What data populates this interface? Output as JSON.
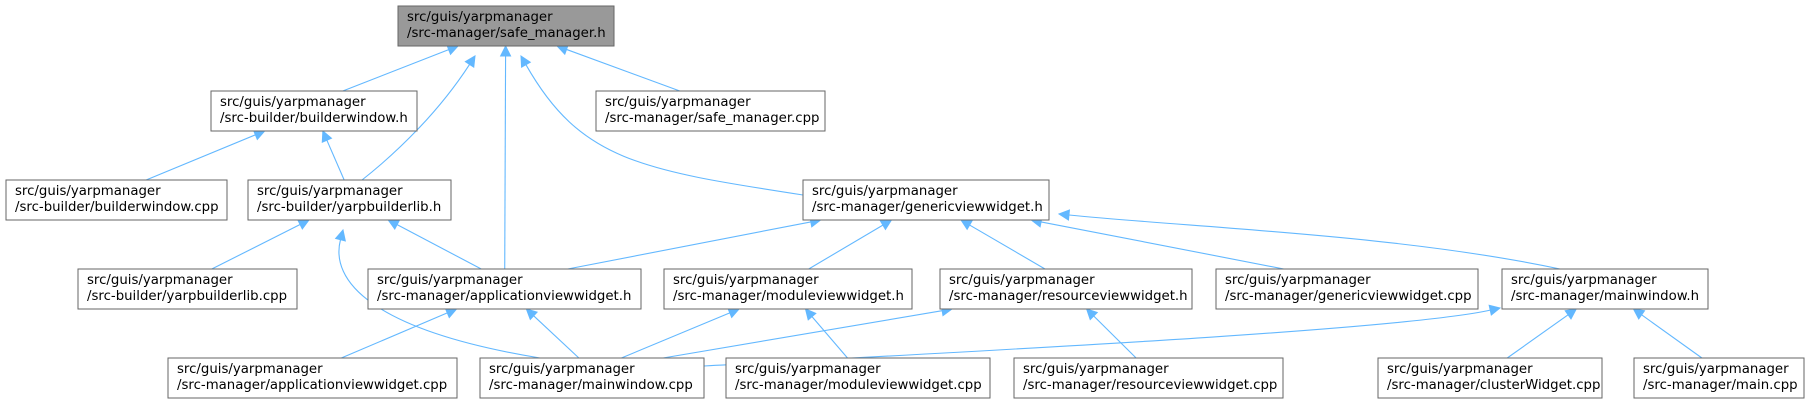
{
  "graph": {
    "colors": {
      "edge": "#63b8ff",
      "root_fill": "#999999",
      "node_border": "#666666",
      "node_fill": "#ffffff"
    },
    "nodes": {
      "safe_manager_h": [
        "src/guis/yarpmanager",
        "/src-manager/safe_manager.h"
      ],
      "builderwindow_h": [
        "src/guis/yarpmanager",
        "/src-builder/builderwindow.h"
      ],
      "safe_manager_cpp": [
        "src/guis/yarpmanager",
        "/src-manager/safe_manager.cpp"
      ],
      "builderwindow_cpp": [
        "src/guis/yarpmanager",
        "/src-builder/builderwindow.cpp"
      ],
      "yarpbuilderlib_h": [
        "src/guis/yarpmanager",
        "/src-builder/yarpbuilderlib.h"
      ],
      "genericviewwidget_h": [
        "src/guis/yarpmanager",
        "/src-manager/genericviewwidget.h"
      ],
      "yarpbuilderlib_cpp": [
        "src/guis/yarpmanager",
        "/src-builder/yarpbuilderlib.cpp"
      ],
      "appviewwidget_h": [
        "src/guis/yarpmanager",
        "/src-manager/applicationviewwidget.h"
      ],
      "moduleviewwidget_h": [
        "src/guis/yarpmanager",
        "/src-manager/moduleviewwidget.h"
      ],
      "resourceviewwidget_h": [
        "src/guis/yarpmanager",
        "/src-manager/resourceviewwidget.h"
      ],
      "genericviewwidget_cpp": [
        "src/guis/yarpmanager",
        "/src-manager/genericviewwidget.cpp"
      ],
      "mainwindow_h": [
        "src/guis/yarpmanager",
        "/src-manager/mainwindow.h"
      ],
      "appviewwidget_cpp": [
        "src/guis/yarpmanager",
        "/src-manager/applicationviewwidget.cpp"
      ],
      "mainwindow_cpp": [
        "src/guis/yarpmanager",
        "/src-manager/mainwindow.cpp"
      ],
      "moduleviewwidget_cpp": [
        "src/guis/yarpmanager",
        "/src-manager/moduleviewwidget.cpp"
      ],
      "resourceviewwidget_cpp": [
        "src/guis/yarpmanager",
        "/src-manager/resourceviewwidget.cpp"
      ],
      "clusterwidget_cpp": [
        "src/guis/yarpmanager",
        "/src-manager/clusterWidget.cpp"
      ],
      "main_cpp": [
        "src/guis/yarpmanager",
        "/src-manager/main.cpp"
      ]
    },
    "edges": [
      [
        "builderwindow_h",
        "safe_manager_h"
      ],
      [
        "yarpbuilderlib_h",
        "safe_manager_h"
      ],
      [
        "appviewwidget_h",
        "safe_manager_h"
      ],
      [
        "genericviewwidget_h",
        "safe_manager_h"
      ],
      [
        "safe_manager_cpp",
        "safe_manager_h"
      ],
      [
        "builderwindow_cpp",
        "builderwindow_h"
      ],
      [
        "yarpbuilderlib_h",
        "builderwindow_h"
      ],
      [
        "yarpbuilderlib_cpp",
        "yarpbuilderlib_h"
      ],
      [
        "appviewwidget_h",
        "yarpbuilderlib_h"
      ],
      [
        "mainwindow_cpp",
        "yarpbuilderlib_h"
      ],
      [
        "appviewwidget_h",
        "genericviewwidget_h"
      ],
      [
        "moduleviewwidget_h",
        "genericviewwidget_h"
      ],
      [
        "resourceviewwidget_h",
        "genericviewwidget_h"
      ],
      [
        "genericviewwidget_cpp",
        "genericviewwidget_h"
      ],
      [
        "mainwindow_h",
        "genericviewwidget_h"
      ],
      [
        "appviewwidget_cpp",
        "appviewwidget_h"
      ],
      [
        "mainwindow_cpp",
        "appviewwidget_h"
      ],
      [
        "mainwindow_cpp",
        "moduleviewwidget_h"
      ],
      [
        "moduleviewwidget_cpp",
        "moduleviewwidget_h"
      ],
      [
        "mainwindow_cpp",
        "resourceviewwidget_h"
      ],
      [
        "resourceviewwidget_cpp",
        "resourceviewwidget_h"
      ],
      [
        "mainwindow_cpp",
        "mainwindow_h"
      ],
      [
        "clusterwidget_cpp",
        "mainwindow_h"
      ],
      [
        "main_cpp",
        "mainwindow_h"
      ]
    ]
  }
}
